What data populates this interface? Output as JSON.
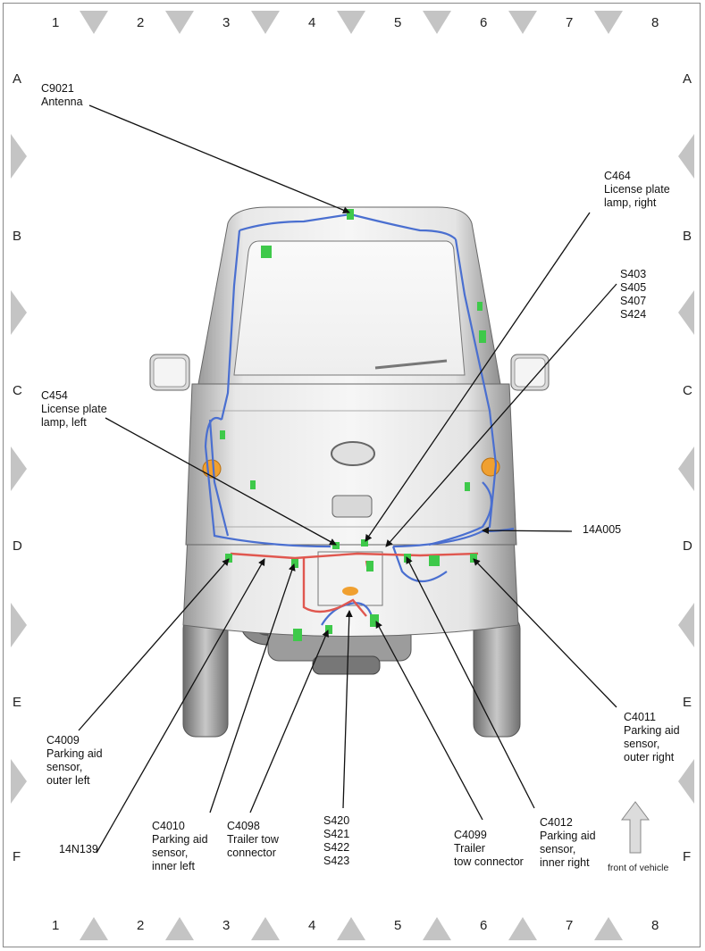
{
  "grid": {
    "columns": [
      "1",
      "2",
      "3",
      "4",
      "5",
      "6",
      "7",
      "8"
    ],
    "rows": [
      "A",
      "B",
      "C",
      "D",
      "E",
      "F"
    ]
  },
  "callouts": {
    "c9021": "C9021\nAntenna",
    "c464": "C464\nLicense plate\nlamp, right",
    "s403": "S403\nS405\nS407\nS424",
    "c454": "C454\nLicense plate\nlamp, left",
    "a14a005": "14A005",
    "c4009": "C4009\nParking aid\nsensor,\nouter left",
    "n14n139": "14N139",
    "c4010": "C4010\nParking aid\nsensor,\ninner left",
    "c4098": "C4098\nTrailer tow\nconnector",
    "s420": "S420\nS421\nS422\nS423",
    "c4099": "C4099\nTrailer\ntow connector",
    "c4012": "C4012\nParking aid\nsensor,\ninner right",
    "c4011": "C4011\nParking aid\nsensor,\nouter right"
  },
  "front_of_vehicle": "front of vehicle",
  "colors": {
    "harness_blue": "#4a6fd0",
    "harness_red": "#e0574f",
    "connector_green": "#3ec94a",
    "lamp_orange": "#f0a030",
    "marker_gray": "#c4c4c4"
  }
}
